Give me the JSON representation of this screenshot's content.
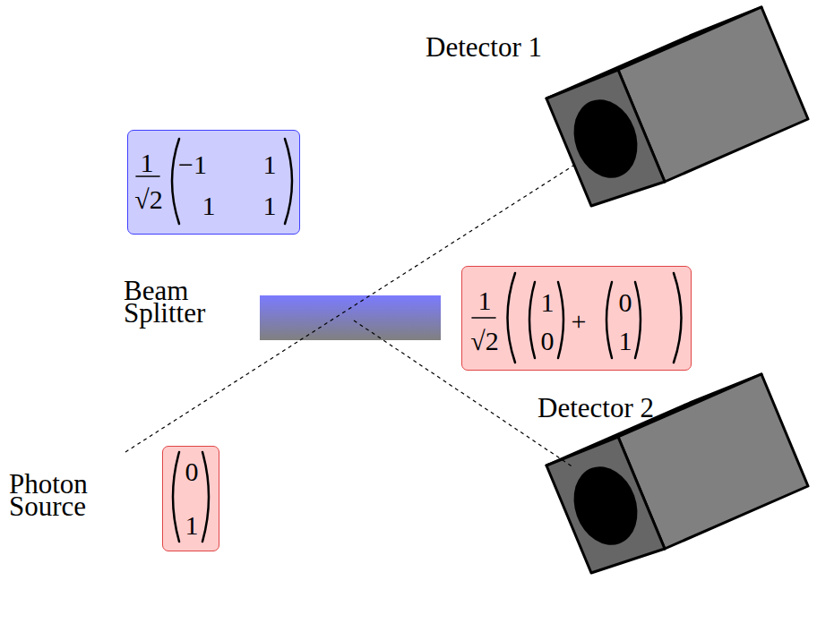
{
  "diagram": {
    "nodes": [
      {
        "text": [
          "Detector 1"
        ]
      },
      {
        "text": [
          "1",
          "√2",
          "−1",
          "1",
          "1",
          "1"
        ]
      },
      {
        "text": [
          "Beam Splitter"
        ]
      },
      {
        "text": [
          "1",
          "√2",
          "1",
          "0",
          "+",
          "0",
          "1"
        ]
      },
      {
        "text": [
          "Detector 2"
        ]
      },
      {
        "text": [
          "0",
          "1"
        ]
      }
    ],
    "edges": [
      {
        "from": 2,
        "to": 0,
        "arrow": "none"
      },
      {
        "from": 2,
        "to": 4,
        "arrow": "none"
      }
    ],
    "labels": [
      "Photon Source"
    ]
  }
}
